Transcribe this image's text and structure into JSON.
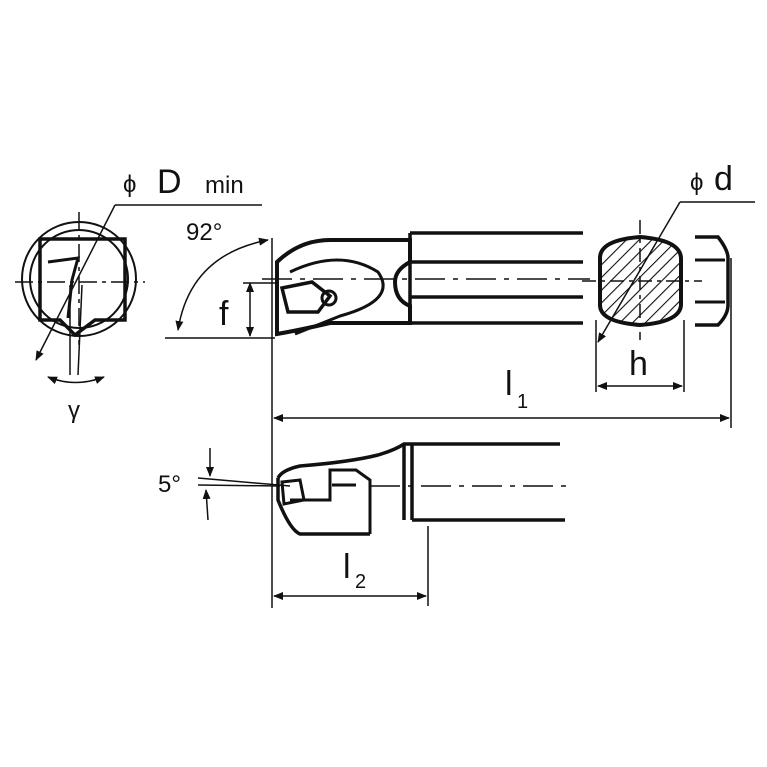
{
  "labels": {
    "phi_symbol": "ϕ",
    "D": "D",
    "min": "min",
    "d": "d",
    "angle_92": "92°",
    "angle_5": "5°",
    "f": "f",
    "h": "h",
    "gamma": "γ",
    "l": "l",
    "l1_sub": "1",
    "l2_sub": "2"
  },
  "colors": {
    "ink": "#111111",
    "background": "#ffffff"
  }
}
